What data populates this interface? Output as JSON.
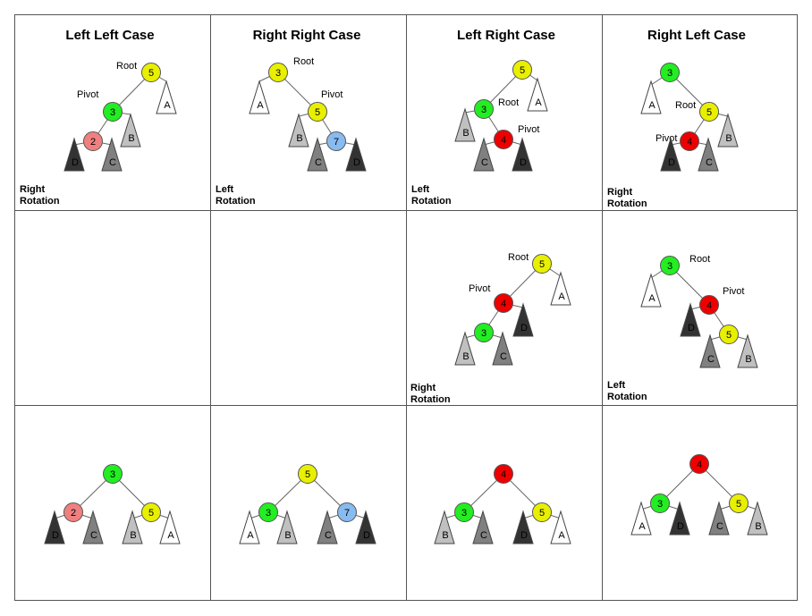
{
  "titles": {
    "ll": "Left Left Case",
    "rr": "Right Right Case",
    "lr": "Left Right Case",
    "rl": "Right Left Case"
  },
  "callouts": {
    "root": "Root",
    "pivot": "Pivot"
  },
  "rotations": {
    "right": [
      "Right",
      "Rotation"
    ],
    "left": [
      "Left",
      "Rotation"
    ]
  },
  "colors": {
    "node_yellow": "#e8f000",
    "node_green": "#22ee22",
    "node_pink": "#f08080",
    "node_blue": "#88bbf0",
    "node_red": "#ee0000",
    "subtree_A": "#ffffff",
    "subtree_B": "#c0c0c0",
    "subtree_C": "#808080",
    "subtree_D": "#333333",
    "grid_border": "#555555"
  },
  "node_values": {
    "n2": "2",
    "n3": "3",
    "n4": "4",
    "n5": "5",
    "n7": "7"
  },
  "subtree_names": {
    "A": "A",
    "B": "B",
    "C": "C",
    "D": "D"
  }
}
